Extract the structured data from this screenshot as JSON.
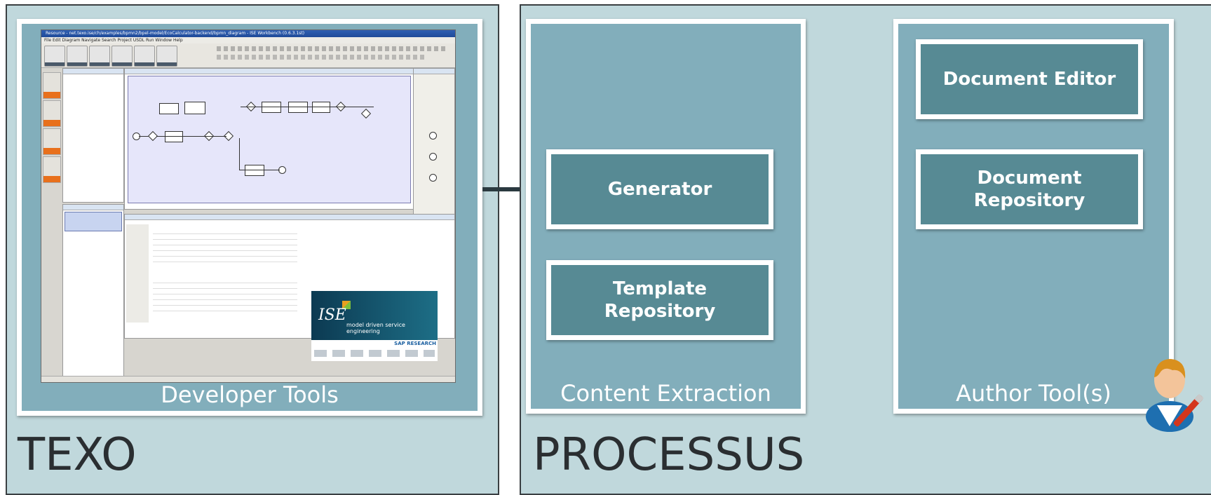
{
  "texo": {
    "title": "TEXO",
    "panel_caption": "Developer Tools",
    "screenshot": {
      "window_title": "Resource - net.texo.ise/ch/examples/bpmn2/bpel-model/EcoCalculator-backend/bpmn_diagram - ISE Workbench (0.6.3.1st)",
      "menu": "File  Edit  Diagram  Navigate  Search  Project  USDL  Run  Window  Help",
      "logo_text": "ISE",
      "logo_tagline": "model driven service engineering",
      "logo_brand": "SAP RESEARCH"
    }
  },
  "processus": {
    "title": "PROCESSUS",
    "content_extraction": {
      "caption": "Content Extraction",
      "generator": "Generator",
      "template_repository": "Template Repository"
    },
    "author_tools": {
      "caption": "Author Tool(s)",
      "document_editor": "Document Editor",
      "document_repository": "Document Repository"
    }
  },
  "colors": {
    "region_bg": "#c0d8dc",
    "panel_bg": "#82aebb",
    "box_bg": "#578a94",
    "arrow": "#2b3a40",
    "text_dark": "#2a2e31"
  },
  "icons": [
    "author-person-icon",
    "pen-icon"
  ]
}
